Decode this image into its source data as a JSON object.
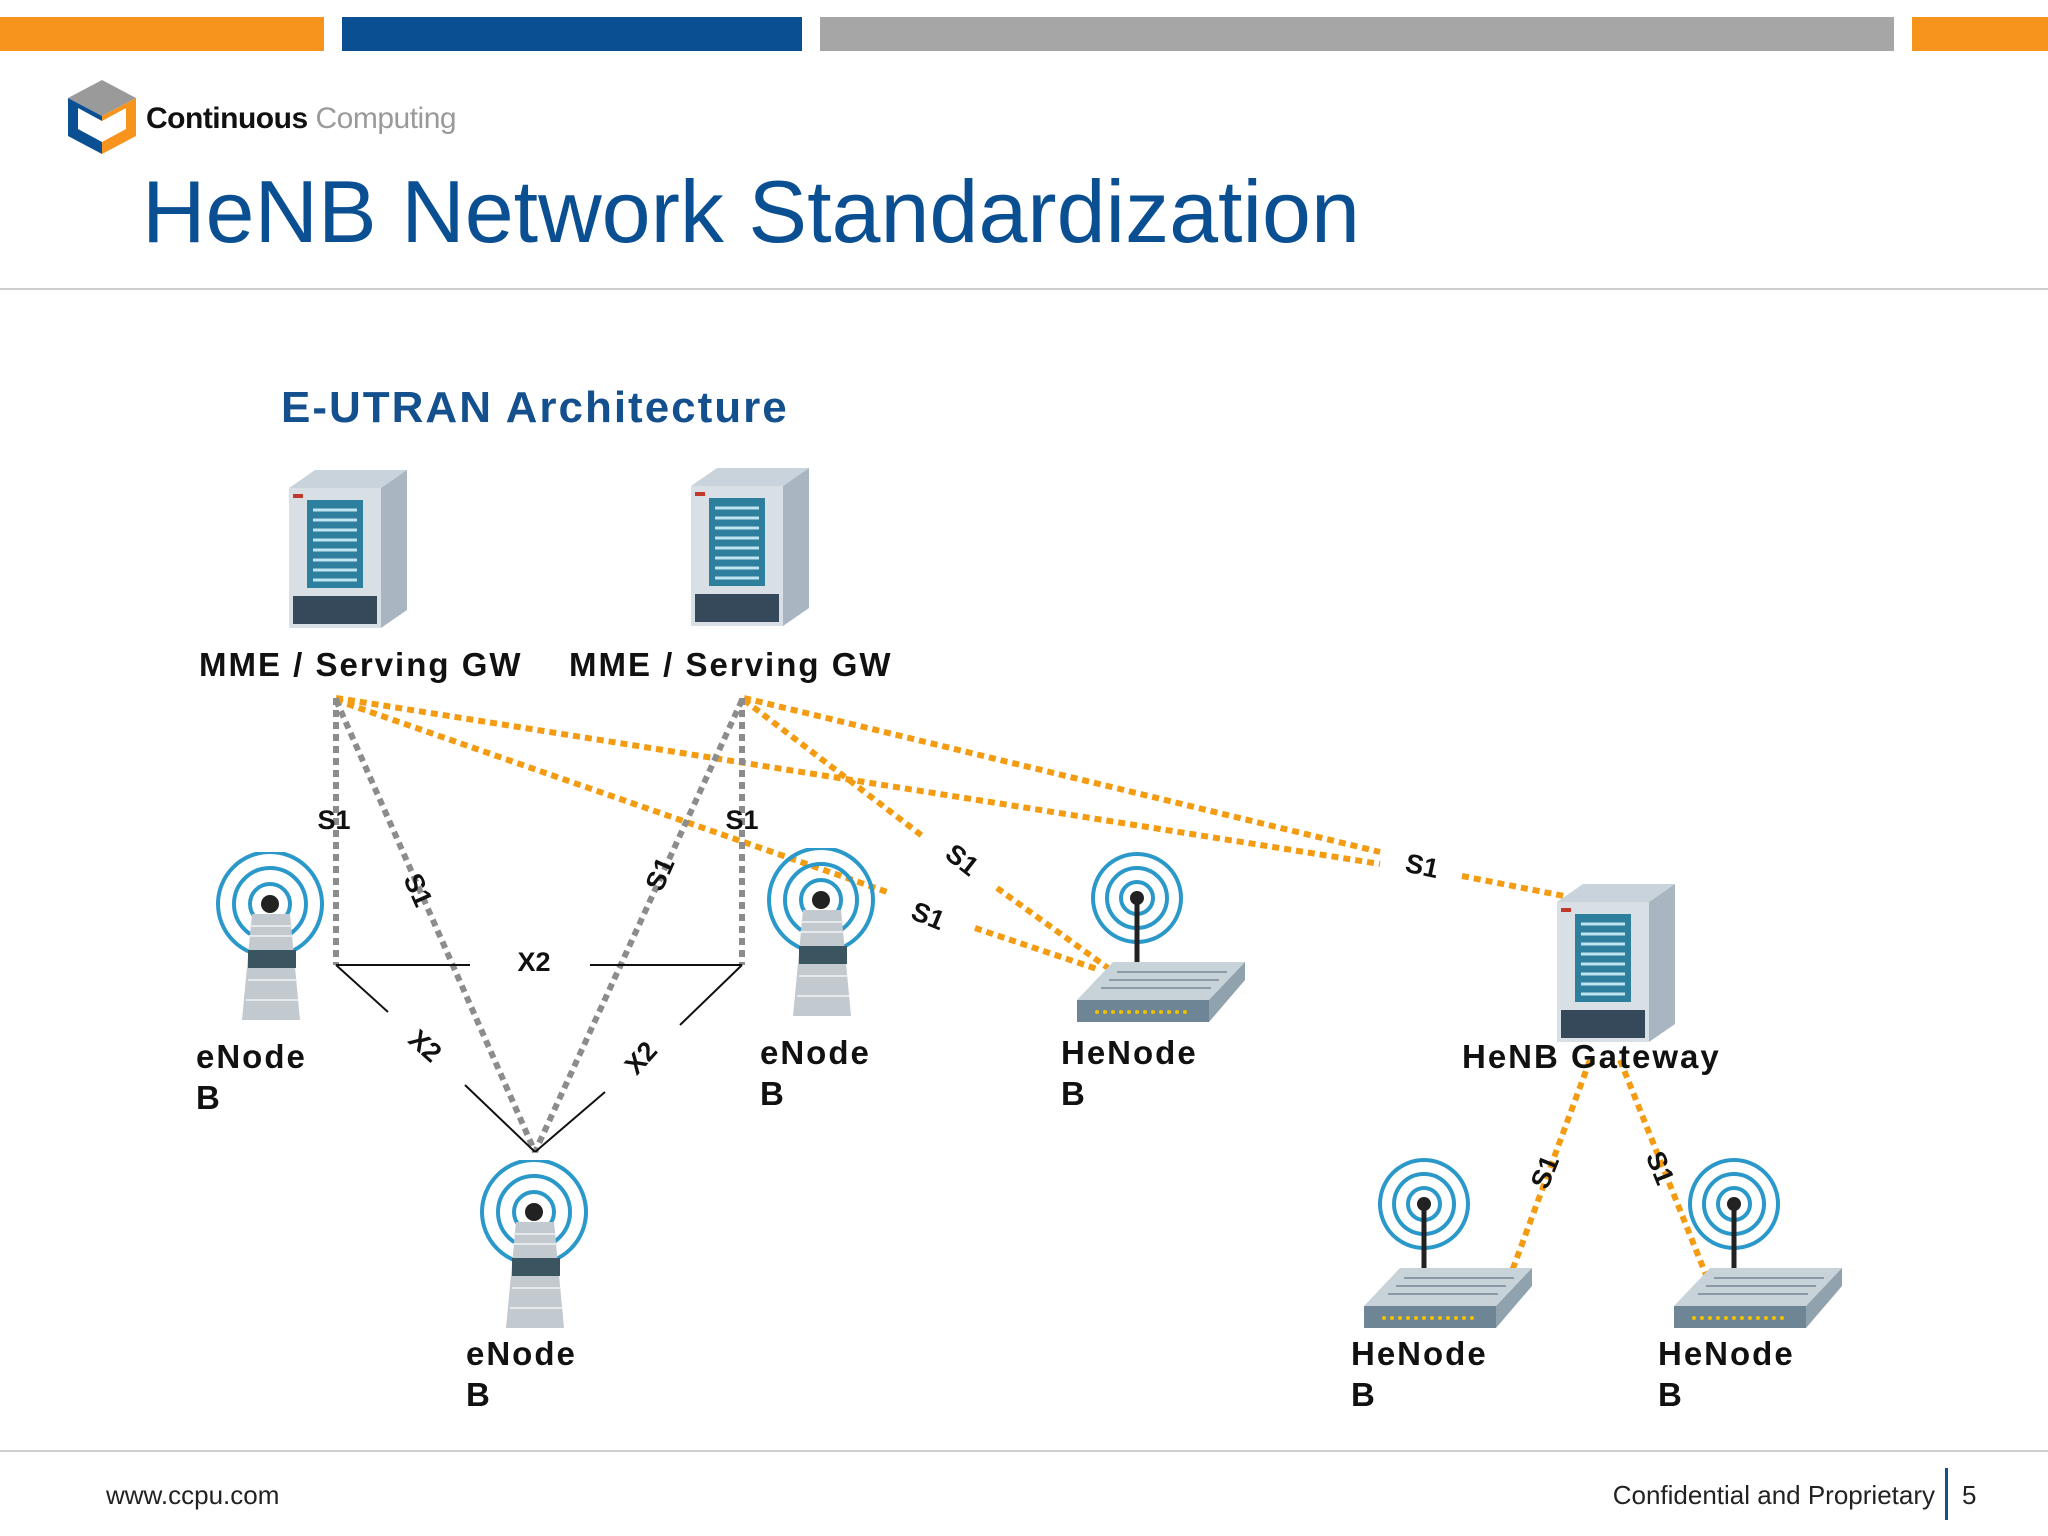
{
  "colors": {
    "orange": "#f7941d",
    "blue": "#0b4f93",
    "gray": "#a6a6a6",
    "link_orange": "#f39c12",
    "link_gray": "#8c8c8c"
  },
  "header": {
    "brand_bold": "Continuous",
    "brand_light": "Computing",
    "title": "HeNB Network Standardization"
  },
  "diagram": {
    "subtitle": "E-UTRAN Architecture",
    "nodes": {
      "mme1": "MME / Serving GW",
      "mme2": "MME / Serving GW",
      "enb_left": [
        "eNode",
        "B"
      ],
      "enb_mid": [
        "eNode",
        "B"
      ],
      "enb_bottom": [
        "eNode",
        "B"
      ],
      "henb_mid": [
        "HeNode",
        "B"
      ],
      "gateway": "HeNB Gateway",
      "henb_bl": [
        "HeNode",
        "B"
      ],
      "henb_br": [
        "HeNode",
        "B"
      ]
    },
    "interfaces": {
      "s1": "S1",
      "x2": "X2"
    },
    "icons": [
      "server-icon",
      "antenna-tower-icon",
      "wireless-router-icon"
    ]
  },
  "footer": {
    "url": "www.ccpu.com",
    "confidential": "Confidential and Proprietary",
    "page": "5"
  }
}
